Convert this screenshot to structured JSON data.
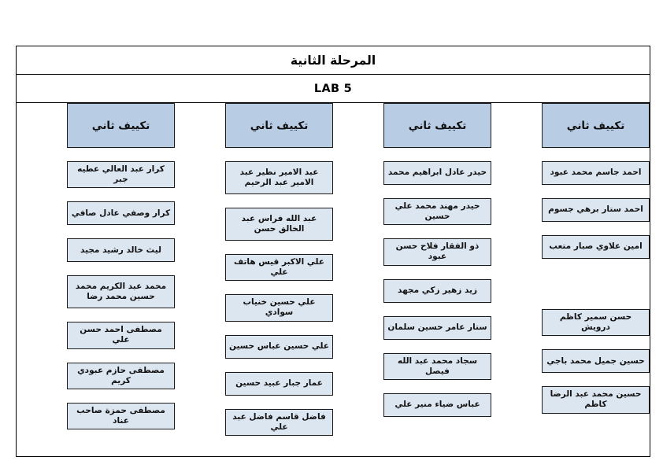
{
  "document": {
    "stage_title": "المرحلة الثانية",
    "lab_title": "LAB 5",
    "column_header": "تكييف ثاني"
  },
  "colors": {
    "header_fill": "#b8cce4",
    "cell_fill": "#dce6f1",
    "border": "#1b1b1b",
    "page_background": "#ffffff",
    "text": "#111111"
  },
  "table": {
    "column_count": 4,
    "row_count": 7,
    "headers": [
      "تكييف ثاني",
      "تكييف ثاني",
      "تكييف ثاني",
      "تكييف ثاني"
    ],
    "columns": [
      {
        "index": 1,
        "position": "rightmost",
        "header": "تكييف ثاني",
        "names": [
          "احمد جاسم محمد عبود",
          "احمد ستار برهي جسوم",
          "امين علاوي صبار متعب",
          "",
          "حسن سمير كاظم درويش",
          "حسين جميل محمد باجي",
          "حسين محمد عبد الرضا كاظم"
        ]
      },
      {
        "index": 2,
        "position": "second-from-right",
        "header": "تكييف ثاني",
        "names": [
          "حيدر عادل ابراهيم محمد",
          "حيدر مهند محمد علي حسين",
          "ذو الفقار فلاح حسن عبود",
          "زيد زهير زكي مجهد",
          "ستار عامر حسين سلمان",
          "سجاد محمد عبد الله فيصل",
          "عباس ضياء منير علي"
        ]
      },
      {
        "index": 3,
        "position": "third-from-right",
        "header": "تكييف ثاني",
        "names": [
          "عبد الامير نظير عبد الامير عبد الرحيم",
          "عبد الله فراس عبد الخالق حسن",
          "علي الاكبر قيس هاتف علي",
          "علي حسين خنياب سوادي",
          "علي حسين عباس حسين",
          "عمار جبار عبيد حسين",
          "فاضل قاسم فاضل عبد علي"
        ]
      },
      {
        "index": 4,
        "position": "leftmost",
        "header": "تكييف ثاني",
        "names": [
          "كرار عبد العالي عطيه جبر",
          "كرار وصفي عادل صافي",
          "ليث خالد رشيد مجيد",
          "محمد عبد الكريم محمد حسين محمد رضا",
          "مصطفى احمد حسن علي",
          "مصطفى حازم عبودي كريم",
          "مصطفى حمزة صاحب عناد"
        ]
      }
    ]
  }
}
